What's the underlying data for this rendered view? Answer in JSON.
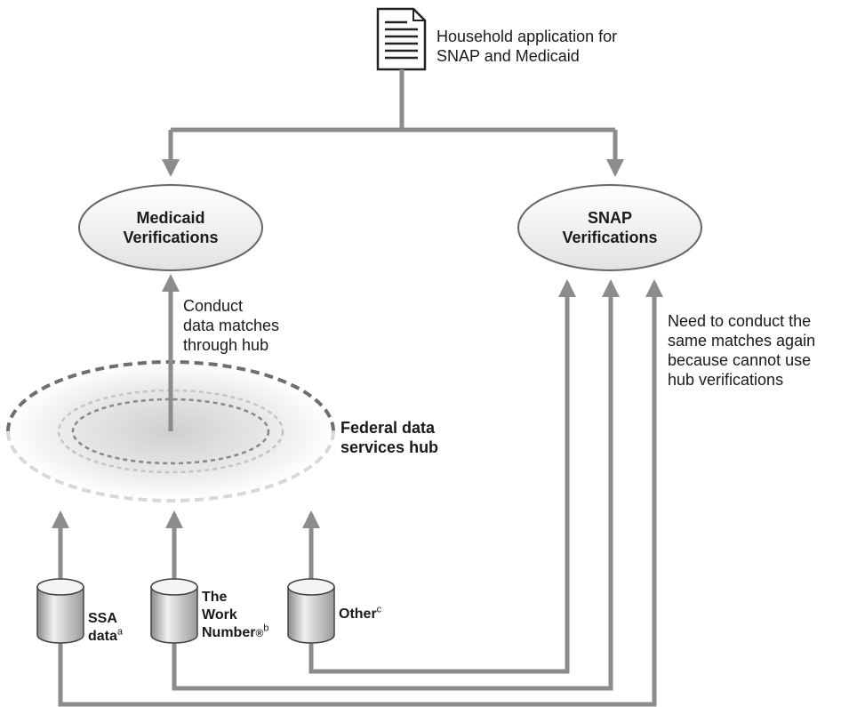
{
  "application": {
    "line1": "Household application for",
    "line2": "SNAP and Medicaid"
  },
  "medicaid": {
    "line1": "Medicaid",
    "line2": "Verifications"
  },
  "snap": {
    "line1": "SNAP",
    "line2": "Verifications"
  },
  "conduct_matches": {
    "line1": "Conduct",
    "line2": "data matches",
    "line3": "through hub"
  },
  "repeat_matches": {
    "line1": "Need to conduct the",
    "line2": "same matches again",
    "line3": "because cannot use",
    "line4": "hub verifications"
  },
  "hub": {
    "line1": "Federal data",
    "line2": "services hub"
  },
  "sources": {
    "ssa": {
      "line1": "SSA",
      "line2": "data",
      "note": "a"
    },
    "work_number": {
      "line1": "The",
      "line2": "Work",
      "line3": "Number",
      "mark": "®",
      "note": "b"
    },
    "other": {
      "label": "Other",
      "note": "c"
    }
  },
  "colors": {
    "connector": "#8c8c8c",
    "outline": "#666666",
    "hub_dash": "#6e6e6e"
  }
}
